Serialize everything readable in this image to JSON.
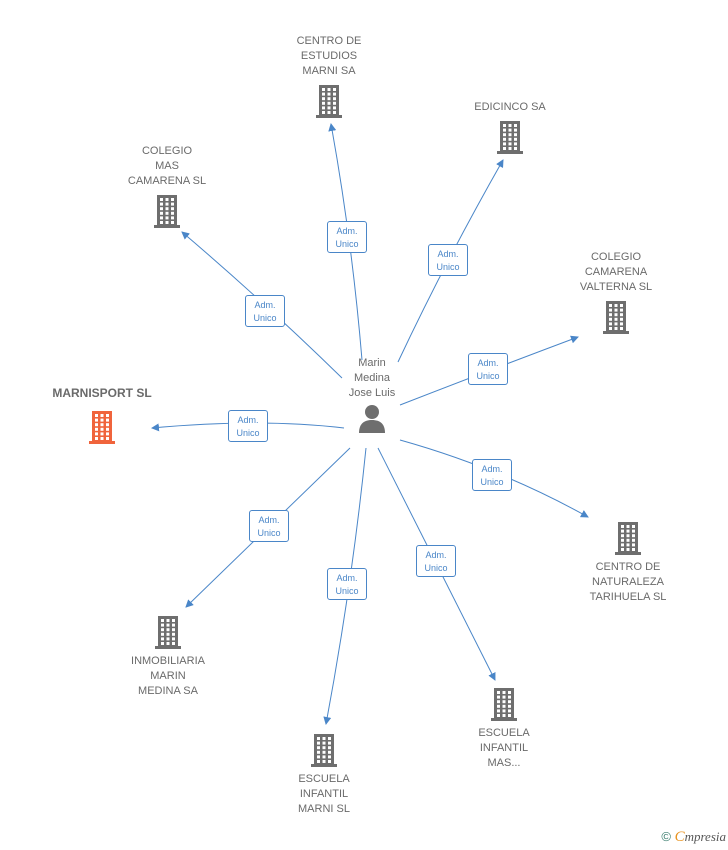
{
  "colors": {
    "edge": "#4a86c8",
    "building": "#6e6e6e",
    "building_main": "#f0643c",
    "text": "#6a6a6a"
  },
  "center": {
    "label": "Marin\nMedina\nJose Luis",
    "icon": "person-icon"
  },
  "relation": {
    "line1": "Adm.",
    "line2": "Unico"
  },
  "nodes": [
    {
      "id": "centro-estudios",
      "label": "CENTRO DE\nESTUDIOS\nMARNI SA",
      "main": false
    },
    {
      "id": "edicinco",
      "label": "EDICINCO SA",
      "main": false
    },
    {
      "id": "colegio-mas-camarena",
      "label": "COLEGIO\nMAS\nCAMARENA SL",
      "main": false
    },
    {
      "id": "colegio-camarena-valterna",
      "label": "COLEGIO\nCAMARENA\nVALTERNA SL",
      "main": false
    },
    {
      "id": "marnisport",
      "label": "MARNISPORT SL",
      "main": true
    },
    {
      "id": "centro-naturaleza",
      "label": "CENTRO DE\nNATURALEZA\nTARIHUELA SL",
      "main": false
    },
    {
      "id": "inmobiliaria",
      "label": "INMOBILIARIA\nMARIN\nMEDINA SA",
      "main": false
    },
    {
      "id": "escuela-marni",
      "label": "ESCUELA\nINFANTIL\nMARNI SL",
      "main": false
    },
    {
      "id": "escuela-mas",
      "label": "ESCUELA\nINFANTIL\nMAS...",
      "main": false
    }
  ],
  "footer": {
    "copyright": "©",
    "brand_first": "C",
    "brand_rest": "mpresia"
  }
}
